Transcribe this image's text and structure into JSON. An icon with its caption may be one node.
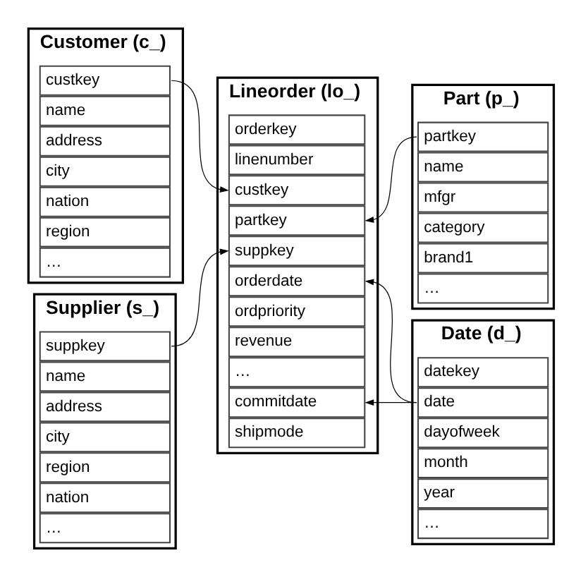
{
  "diagram": {
    "nodes": [
      {
        "text": [
          "Customer (c_)"
        ]
      },
      {
        "text": [
          "custkey"
        ],
        "in": 0
      },
      {
        "text": [
          "name"
        ],
        "in": 0
      },
      {
        "text": [
          "address"
        ],
        "in": 0
      },
      {
        "text": [
          "city"
        ],
        "in": 0
      },
      {
        "text": [
          "nation"
        ],
        "in": 0
      },
      {
        "text": [
          "region"
        ],
        "in": 0
      },
      {
        "text": [
          "…"
        ],
        "in": 0
      },
      {
        "text": [
          "Part (p_)"
        ]
      },
      {
        "text": [
          "partkey"
        ],
        "in": 8
      },
      {
        "text": [
          "name"
        ],
        "in": 8
      },
      {
        "text": [
          "mfgr"
        ],
        "in": 8
      },
      {
        "text": [
          "category"
        ],
        "in": 8
      },
      {
        "text": [
          "brand1"
        ],
        "in": 8
      },
      {
        "text": [
          "…"
        ],
        "in": 8
      },
      {
        "text": [
          "Lineorder (lo_)"
        ]
      },
      {
        "text": [
          "orderkey"
        ],
        "in": 15
      },
      {
        "text": [
          "linenumber"
        ],
        "in": 15
      },
      {
        "text": [
          "custkey"
        ],
        "in": 15
      },
      {
        "text": [
          "partkey"
        ],
        "in": 15
      },
      {
        "text": [
          "suppkey"
        ],
        "in": 15
      },
      {
        "text": [
          "orderdate"
        ],
        "in": 15
      },
      {
        "text": [
          "ordpriority"
        ],
        "in": 15
      },
      {
        "text": [
          "revenue"
        ],
        "in": 15
      },
      {
        "text": [
          "…"
        ],
        "in": 15
      },
      {
        "text": [
          "commitdate"
        ],
        "in": 15
      },
      {
        "text": [
          "shipmode"
        ],
        "in": 15
      },
      {
        "text": [
          "Supplier (s_)"
        ]
      },
      {
        "text": [
          "suppkey"
        ],
        "in": 27
      },
      {
        "text": [
          "name"
        ],
        "in": 27
      },
      {
        "text": [
          "address"
        ],
        "in": 27
      },
      {
        "text": [
          "city"
        ],
        "in": 27
      },
      {
        "text": [
          "region"
        ],
        "in": 27
      },
      {
        "text": [
          "nation"
        ],
        "in": 27
      },
      {
        "text": [
          "…"
        ],
        "in": 27
      },
      {
        "text": [
          "Date (d_)"
        ]
      },
      {
        "text": [
          "datekey"
        ],
        "in": 35
      },
      {
        "text": [
          "date"
        ],
        "in": 35
      },
      {
        "text": [
          "dayofweek"
        ],
        "in": 35
      },
      {
        "text": [
          "month"
        ],
        "in": 35
      },
      {
        "text": [
          "year"
        ],
        "in": 35
      },
      {
        "text": [
          "…"
        ],
        "in": 35
      }
    ],
    "edges": [
      {
        "from": 1,
        "to": 18,
        "arrow": "to"
      },
      {
        "from": 9,
        "to": 19,
        "arrow": "to"
      },
      {
        "from": 28,
        "to": 20,
        "arrow": "to"
      },
      {
        "from": 37,
        "to": 21,
        "arrow": "to"
      },
      {
        "from": 37,
        "to": 25,
        "arrow": "to"
      }
    ]
  }
}
